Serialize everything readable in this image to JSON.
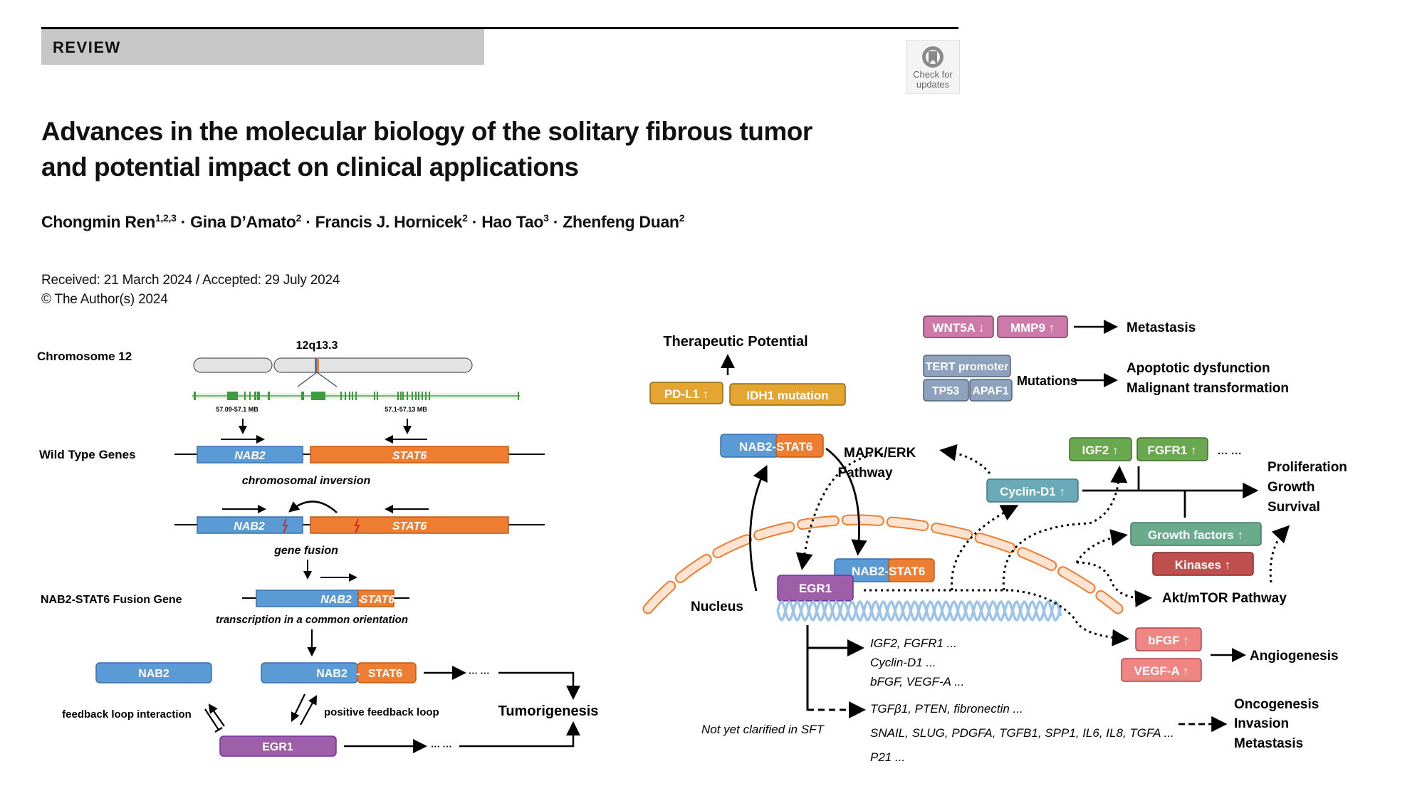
{
  "article": {
    "type_label": "REVIEW",
    "check_for_updates": [
      "Check for",
      "updates"
    ],
    "title_line1": "Advances in the molecular biology of the solitary fibrous tumor",
    "title_line2": "and potential impact on clinical applications",
    "authors": [
      {
        "name": "Chongmin Ren",
        "aff": "1,2,3"
      },
      {
        "name": "Gina D’Amato",
        "aff": "2"
      },
      {
        "name": "Francis J. Hornicek",
        "aff": "2"
      },
      {
        "name": "Hao Tao",
        "aff": "3"
      },
      {
        "name": "Zhenfeng Duan",
        "aff": "2"
      }
    ],
    "separator": " · ",
    "received_accepted": "Received: 21 March 2024 / Accepted: 29 July 2024",
    "copyright": "© The Author(s) 2024"
  },
  "figure_left": {
    "chromosome_label": "Chromosome 12",
    "locus_label": "12q13.3",
    "range_left": "57.09-57.1 MB",
    "range_right": "57.1-57.13 MB",
    "wild_type_label": "Wild Type Genes",
    "gene_nab2": "NAB2",
    "gene_stat6": "STAT6",
    "chromosomal_inversion": "chromosomal inversion",
    "gene_fusion": "gene fusion",
    "fusion_gene_label": "NAB2-STAT6 Fusion Gene",
    "fusion_nab2": "NAB2",
    "fusion_dash": "-",
    "fusion_stat6": "STAT6",
    "transcription_note": "transcription in a common orientation",
    "protein_nab2": "NAB2",
    "protein_egr1": "EGR1",
    "feedback_interaction": "feedback loop interaction",
    "positive_feedback": "positive feedback loop",
    "ellipsis": "··· ···",
    "tumorigenesis": "Tumorigenesis"
  },
  "figure_right": {
    "therapeutic_potential": "Therapeutic Potential",
    "pdl1": "PD-L1 ↑",
    "idh1": "IDH1 mutation",
    "wnt5a": "WNT5A ↓",
    "mmp9": "MMP9 ↑",
    "metastasis": "Metastasis",
    "tert": "TERT promoter",
    "tp53": "TP53",
    "apaf1": "APAF1",
    "mutations": "Mutations",
    "apoptotic": "Apoptotic dysfunction",
    "malignant": "Malignant transformation",
    "nab2stat6_nab2": "NAB2-",
    "nab2stat6_stat6": "STAT6",
    "mapk_line1": "MAPK/ERK",
    "mapk_line2": "Pathway",
    "cyclin": "Cyclin-D1 ↑",
    "igf2": "IGF2 ↑",
    "fgfr1": "FGFR1 ↑",
    "dots": "··· ···",
    "proliferation": "Proliferation",
    "growth": "Growth",
    "survival": "Survival",
    "growth_factors": "Growth factors ↑",
    "kinases": "Kinases ↑",
    "akt": "Akt/mTOR Pathway",
    "egr1": "EGR1",
    "nucleus": "Nucleus",
    "bfgf": "bFGF ↑",
    "vegfa": "VEGF-A ↑",
    "angiogenesis": "Angiogenesis",
    "targets": [
      "IGF2, FGFR1 ...",
      "Cyclin-D1 ...",
      "bFGF, VEGF-A ...",
      "TGFβ1, PTEN, fibronectin ...",
      "SNAIL, SLUG, PDGFA, TGFB1, SPP1, IL6, IL8, TGFA ...",
      "P21 ..."
    ],
    "not_clarified": "Not yet clarified in SFT",
    "oncogenesis": "Oncogenesis",
    "invasion": "Invasion",
    "metastasis2": "Metastasis"
  },
  "colors": {
    "nab2_blue": "#5b9bd5",
    "stat6_orange": "#ed7d31",
    "egr1_purple": "#9e5ea8",
    "gold": "#e5a531",
    "pink": "#cd7aab",
    "slate": "#8ea2bd",
    "teal": "#6aaab8",
    "green": "#6aa84f",
    "sea_green": "#6aab8e",
    "red": "#c0504d",
    "salmon": "#ef8683"
  }
}
